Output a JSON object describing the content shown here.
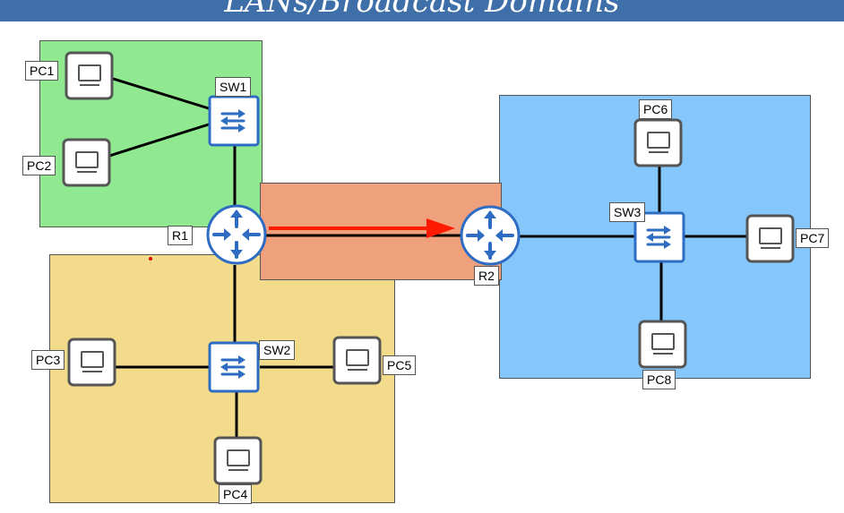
{
  "title": "LANs/Broadcast Domains",
  "colors": {
    "title_bar": "#3f6fa9",
    "domain_green": "#90e891",
    "domain_yellow": "#f2dc8b",
    "domain_blue": "#85c7fb",
    "domain_orange": "#efa07c",
    "link": "#000000",
    "arrow": "#ff1a00",
    "device_blue": "#2e6bc2"
  },
  "devices": {
    "pc1": {
      "label": "PC1",
      "icon": "pc-icon"
    },
    "pc2": {
      "label": "PC2",
      "icon": "pc-icon"
    },
    "pc3": {
      "label": "PC3",
      "icon": "pc-icon"
    },
    "pc4": {
      "label": "PC4",
      "icon": "pc-icon"
    },
    "pc5": {
      "label": "PC5",
      "icon": "pc-icon"
    },
    "pc6": {
      "label": "PC6",
      "icon": "pc-icon"
    },
    "pc7": {
      "label": "PC7",
      "icon": "pc-icon"
    },
    "pc8": {
      "label": "PC8",
      "icon": "pc-icon"
    },
    "sw1": {
      "label": "SW1",
      "icon": "switch-icon"
    },
    "sw2": {
      "label": "SW2",
      "icon": "switch-icon"
    },
    "sw3": {
      "label": "SW3",
      "icon": "switch-icon"
    },
    "r1": {
      "label": "R1",
      "icon": "router-icon"
    },
    "r2": {
      "label": "R2",
      "icon": "router-icon"
    }
  }
}
